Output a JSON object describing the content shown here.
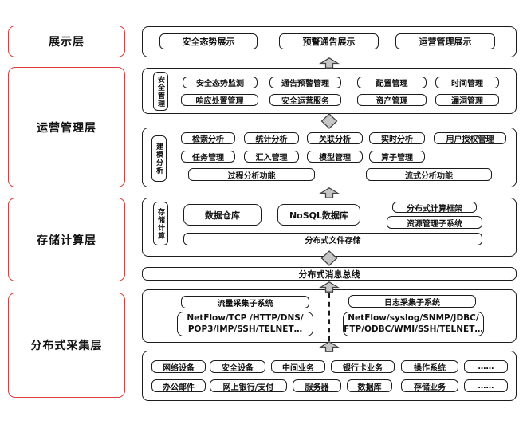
{
  "layers": {
    "presentation": "展示层",
    "operations": "运营管理层",
    "storage": "存储计算层",
    "collection": "分布式采集层"
  },
  "presentation_row": {
    "items": [
      "安全态势展示",
      "预警通告展示",
      "运营管理展示"
    ]
  },
  "security_mgmt": {
    "group_label": "安全管理",
    "row1": [
      "安全态势监测",
      "通告预警管理",
      "配置管理",
      "时间管理"
    ],
    "row2": [
      "响应处置管理",
      "安全运营服务",
      "资产管理",
      "漏洞管理"
    ]
  },
  "modeling": {
    "group_label": "建模分析",
    "row1": [
      "检索分析",
      "统计分析",
      "关联分析",
      "实时分析",
      "用户授权管理"
    ],
    "row2": [
      "任务管理",
      "汇入管理",
      "模型管理",
      "算子管理"
    ],
    "row3": [
      "过程分析功能",
      "流式分析功能"
    ]
  },
  "storage_compute": {
    "group_label": "存储计算",
    "warehouse": "数据仓库",
    "nosql": "NoSQL数据库",
    "compute_framework": "分布式计算框架",
    "resource_subsystem": "资源管理子系统",
    "file_storage": "分布式文件存储"
  },
  "message_bus": "分布式消息总线",
  "collectors": {
    "traffic_title": "流量采集子系统",
    "traffic_protocols": "NetFlow/TCP /HTTP/DNS/\nPOP3/IMP/SSH/TELNET…",
    "log_title": "日志采集子系统",
    "log_protocols": "NetFlow/syslog/SNMP/JDBC/\nFTP/ODBC/WMI/SSH/TELNET…"
  },
  "sources": {
    "row1": [
      "网络设备",
      "安全设备",
      "中间业务",
      "银行卡业务",
      "操作系统",
      "……"
    ],
    "row2": [
      "办公邮件",
      "网上银行/支付",
      "服务器",
      "数据库",
      "存储业务",
      "……"
    ]
  },
  "colors": {
    "layer_border": "#e23b3b",
    "box_border": "#1c1c1c",
    "arrow_fill": "#c6c6c6",
    "arrow_stroke": "#444444"
  }
}
